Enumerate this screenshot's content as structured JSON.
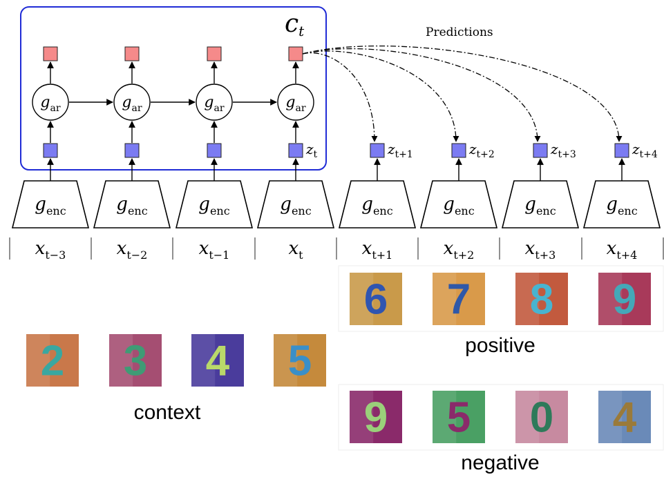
{
  "context_label": "c",
  "context_sub": "t",
  "predictions_label": "Predictions",
  "ar_labels": [
    "g",
    "g",
    "g",
    "g"
  ],
  "ar_sub": "ar",
  "enc_label": "g",
  "enc_sub": "enc",
  "z_labels": [
    {
      "base": "z",
      "sub": "t"
    },
    {
      "base": "z",
      "sub": "t+1"
    },
    {
      "base": "z",
      "sub": "t+2"
    },
    {
      "base": "z",
      "sub": "t+3"
    },
    {
      "base": "z",
      "sub": "t+4"
    }
  ],
  "x_labels": [
    {
      "base": "x",
      "sub": "t−3"
    },
    {
      "base": "x",
      "sub": "t−2"
    },
    {
      "base": "x",
      "sub": "t−1"
    },
    {
      "base": "x",
      "sub": "t"
    },
    {
      "base": "x",
      "sub": "t+1"
    },
    {
      "base": "x",
      "sub": "t+2"
    },
    {
      "base": "x",
      "sub": "t+3"
    },
    {
      "base": "x",
      "sub": "t+4"
    }
  ],
  "context_digits": [
    {
      "digit": "2",
      "bg": "#c9784a",
      "ink": "#3aa7a0"
    },
    {
      "digit": "3",
      "bg": "#a54e72",
      "ink": "#3f9b75"
    },
    {
      "digit": "4",
      "bg": "#4a3c9c",
      "ink": "#b9d86a"
    },
    {
      "digit": "5",
      "bg": "#c58a3c",
      "ink": "#3a8fc8"
    }
  ],
  "positive_digits": [
    {
      "digit": "6",
      "bg": "#c99a4a",
      "ink": "#2f55b0"
    },
    {
      "digit": "7",
      "bg": "#d99a4a",
      "ink": "#2f58a8"
    },
    {
      "digit": "8",
      "bg": "#c25a3e",
      "ink": "#48b4d0"
    },
    {
      "digit": "9",
      "bg": "#a83a5a",
      "ink": "#44a8b8"
    }
  ],
  "negative_digits": [
    {
      "digit": "9",
      "bg": "#8a2a6a",
      "ink": "#9ad07a"
    },
    {
      "digit": "5",
      "bg": "#4aa064",
      "ink": "#8a2a6a"
    },
    {
      "digit": "0",
      "bg": "#c78aa0",
      "ink": "#2e7a5a"
    },
    {
      "digit": "4",
      "bg": "#6a8ab8",
      "ink": "#9a7a3a"
    }
  ],
  "caption_context": "context",
  "caption_positive": "positive",
  "caption_negative": "negative",
  "colors": {
    "context_box": "#1f2bd6",
    "ar_output": "#f58a8a",
    "z_node": "#7b7bf2"
  }
}
